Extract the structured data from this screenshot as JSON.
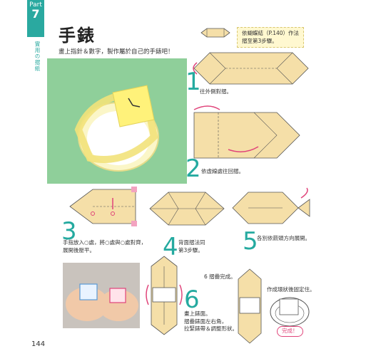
{
  "tab": {
    "part_label": "Part",
    "part_number": "7",
    "vertical_text": "實用の摺紙"
  },
  "title": "手錶",
  "subtitle": "畫上指針＆數字，製作屬於自己的手錶吧！",
  "intro_note": {
    "line1": "依蝴蝶結（P.140）作法",
    "line2": "摺至第3步驟。"
  },
  "steps": [
    {
      "number": "1",
      "text": "往外側對摺。"
    },
    {
      "number": "2",
      "text": "依虛線處往回摺。"
    },
    {
      "number": "3",
      "text_line1": "手指放入○處，將○處與○處對齊，",
      "text_line2": "展開後壓平。"
    },
    {
      "number": "4",
      "text_line1": "背面摺法同",
      "text_line2": "第3步驟。"
    },
    {
      "number": "5",
      "text": "各別依箭頭方向展開。"
    },
    {
      "number": "6",
      "text_line1": "畫上錶面。",
      "text_line2": "摺疊錶面左右角，",
      "text_line3": "拉緊錶帶＆調整形狀。"
    }
  ],
  "done_note": "6 摺疊完成。",
  "ring_note": "作成環狀後固定住。",
  "complete_label": "完成！",
  "page_number": "144",
  "colors": {
    "accent": "#2aa9a0",
    "paper": "#f5dfa8",
    "pink": "#e0447a"
  },
  "icons": [
    "tab-marker",
    "watch-face-icon",
    "pink-arrow-icon"
  ]
}
